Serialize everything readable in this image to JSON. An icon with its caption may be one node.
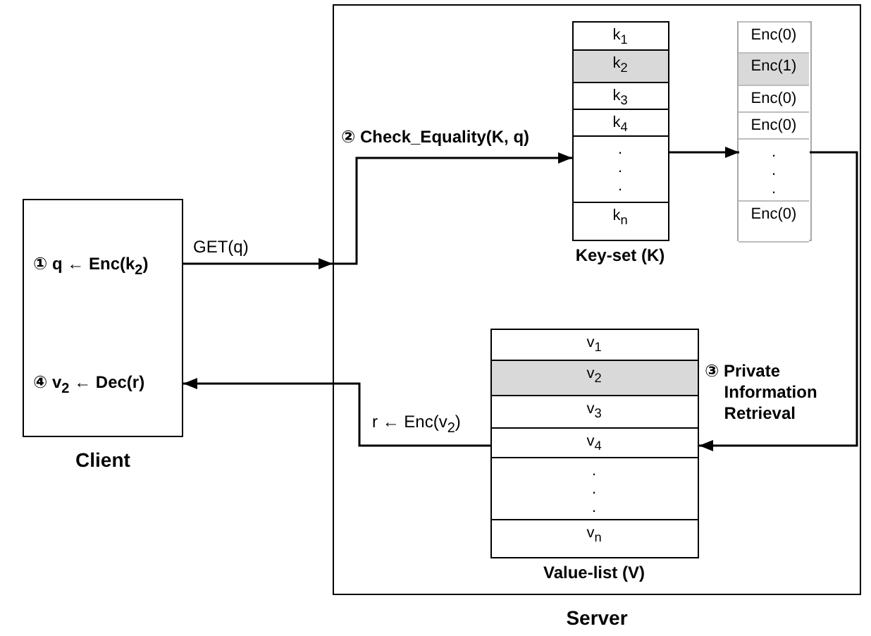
{
  "diagram": {
    "nodes": [
      {
        "text": [
          "Client"
        ]
      },
      {
        "text": [
          "① q ← Enc(k$_{2}$)"
        ],
        "in": 0
      },
      {
        "text": [
          "④ v$_{2}$ ← Dec(r)"
        ],
        "in": 0
      },
      {
        "text": [
          "Server"
        ]
      },
      {
        "text": [
          "Key-set (K)"
        ],
        "in": 3
      },
      {
        "text": [
          "k$_{1}$"
        ],
        "in": 4
      },
      {
        "text": [
          "k$_{2}$"
        ],
        "in": 4
      },
      {
        "text": [
          "k$_{3}$"
        ],
        "in": 4
      },
      {
        "text": [
          "k$_{4}$"
        ],
        "in": 4
      },
      {
        "text": [
          ". . ."
        ],
        "in": 4
      },
      {
        "text": [
          "k$_{n}$"
        ],
        "in": 4
      },
      {
        "text": [],
        "shape": "box",
        "in": 3
      },
      {
        "text": [
          "Enc(0)"
        ],
        "in": 11
      },
      {
        "text": [
          "Enc(1)"
        ],
        "in": 11
      },
      {
        "text": [
          "Enc(0)"
        ],
        "in": 11
      },
      {
        "text": [
          "Enc(0)"
        ],
        "in": 11
      },
      {
        "text": [
          ". . ."
        ],
        "in": 11
      },
      {
        "text": [
          "Enc(0)"
        ],
        "in": 11
      },
      {
        "text": [
          "Value-list (V)"
        ],
        "in": 3
      },
      {
        "text": [
          "v$_{1}$"
        ],
        "in": 18
      },
      {
        "text": [
          "v$_{2}$"
        ],
        "in": 18
      },
      {
        "text": [
          "v$_{3}$"
        ],
        "in": 18
      },
      {
        "text": [
          "v$_{4}$"
        ],
        "in": 18
      },
      {
        "text": [
          ". . ."
        ],
        "in": 18
      },
      {
        "text": [
          "v$_{n}$"
        ],
        "in": 18
      }
    ],
    "edges": [
      {
        "from": 1,
        "to": 3,
        "arrow": "to",
        "label": "GET(q)"
      },
      {
        "from": 3,
        "to": 9,
        "arrow": "to",
        "label": "② Check_Equality(K, q)"
      },
      {
        "from": 9,
        "to": 16,
        "arrow": "to"
      },
      {
        "from": 16,
        "to": 22,
        "arrow": "to",
        "label": "③ Private Information Retrieval"
      },
      {
        "from": 22,
        "to": 2,
        "arrow": "to",
        "label": "r ← Enc(v$_{2}$)"
      }
    ]
  }
}
